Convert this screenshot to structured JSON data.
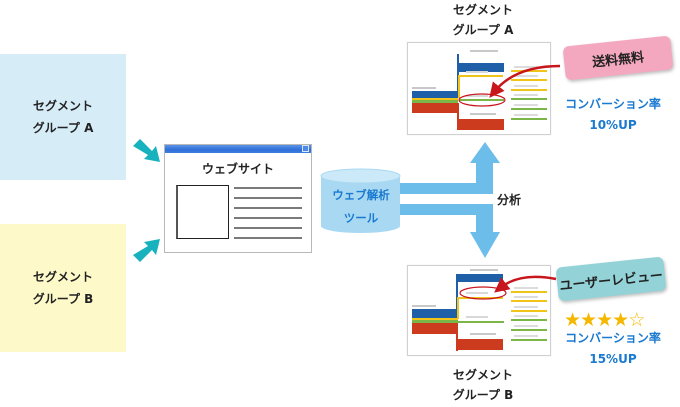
{
  "segments": {
    "group_a": {
      "line1": "セグメント",
      "line2": "グループ A",
      "color": "#d6edf8"
    },
    "group_b": {
      "line1": "セグメント",
      "line2": "グループ B",
      "color": "#fdf9c9"
    }
  },
  "website": {
    "title": "ウェブサイト",
    "content_line_count": 6
  },
  "analytics_tool": {
    "line1": "ウェブ解析",
    "line2": "ツール"
  },
  "analysis_label": "分析",
  "results": {
    "group_a": {
      "label_line1": "セグメント",
      "label_line2": "グループ A",
      "tag": "送料無料",
      "tag_color": "#f4a8c0",
      "conversion_label": "コンバーション率",
      "conversion_value": "10%UP",
      "highlighted_flow": "green"
    },
    "group_b": {
      "label_line1": "セグメント",
      "label_line2": "グループ B",
      "tag": "ユーザーレビュー",
      "tag_color": "#93d3d8",
      "rating": {
        "filled": 4,
        "total": 5
      },
      "conversion_label": "コンバーション率",
      "conversion_value": "15%UP",
      "highlighted_flow": "yellow"
    }
  },
  "colors": {
    "arrow_teal": "#17b2bd",
    "arrow_blue": "#6cbde9",
    "accent_text": "#1a7ad0",
    "highlight_red": "#c8161d",
    "flow_blue": "#1f5fa8",
    "flow_yellow": "#f0c419",
    "flow_green": "#7ab648",
    "flow_red": "#cc3b1d"
  }
}
